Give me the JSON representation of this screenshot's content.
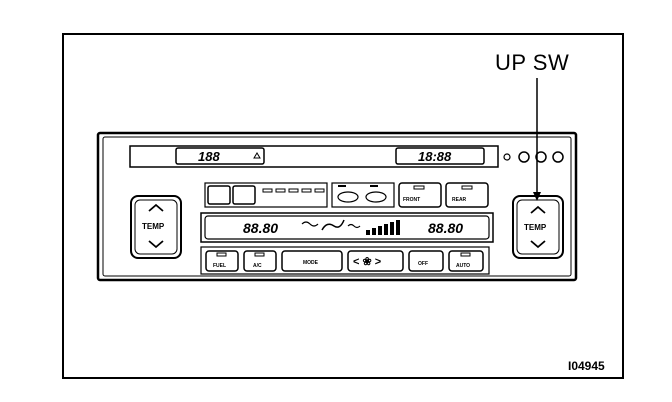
{
  "callout": {
    "label": "UP SW"
  },
  "figure_id": "I04945",
  "panel": {
    "left_knob_label": "TEMP",
    "right_knob_label": "TEMP",
    "top_left_display": "188",
    "top_right_display": "18:88",
    "left_temp_display": "88.80",
    "right_temp_display": "88.80",
    "bottom_buttons": [
      "FUEL",
      "A/C",
      "MODE",
      "< ❀ >",
      "OFF",
      "AUTO"
    ],
    "mid_buttons": [
      "FRONT",
      "REAR"
    ]
  }
}
